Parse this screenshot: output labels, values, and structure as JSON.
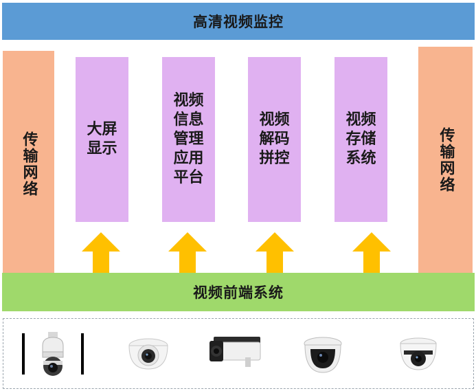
{
  "header": {
    "title": "高清视频监控"
  },
  "side": {
    "left_label": "传输网络",
    "right_label": "传输网络"
  },
  "modules": [
    {
      "label": "大屏显示"
    },
    {
      "label": "视频信息管理应用平台"
    },
    {
      "label": "视频解码拼控"
    },
    {
      "label": "视频存储系统"
    }
  ],
  "footer": {
    "title": "视频前端系统"
  },
  "colors": {
    "header": "#5b9bd5",
    "transport": "#f8b48f",
    "module": "#e0b1f1",
    "frontend": "#9fd96b",
    "arrow": "#ffc000"
  },
  "cameras": [
    {
      "icon": "ptz-dome-camera-icon"
    },
    {
      "icon": "turret-camera-icon"
    },
    {
      "icon": "bullet-camera-icon"
    },
    {
      "icon": "dome-camera-icon"
    },
    {
      "icon": "mini-ptz-camera-icon"
    }
  ]
}
